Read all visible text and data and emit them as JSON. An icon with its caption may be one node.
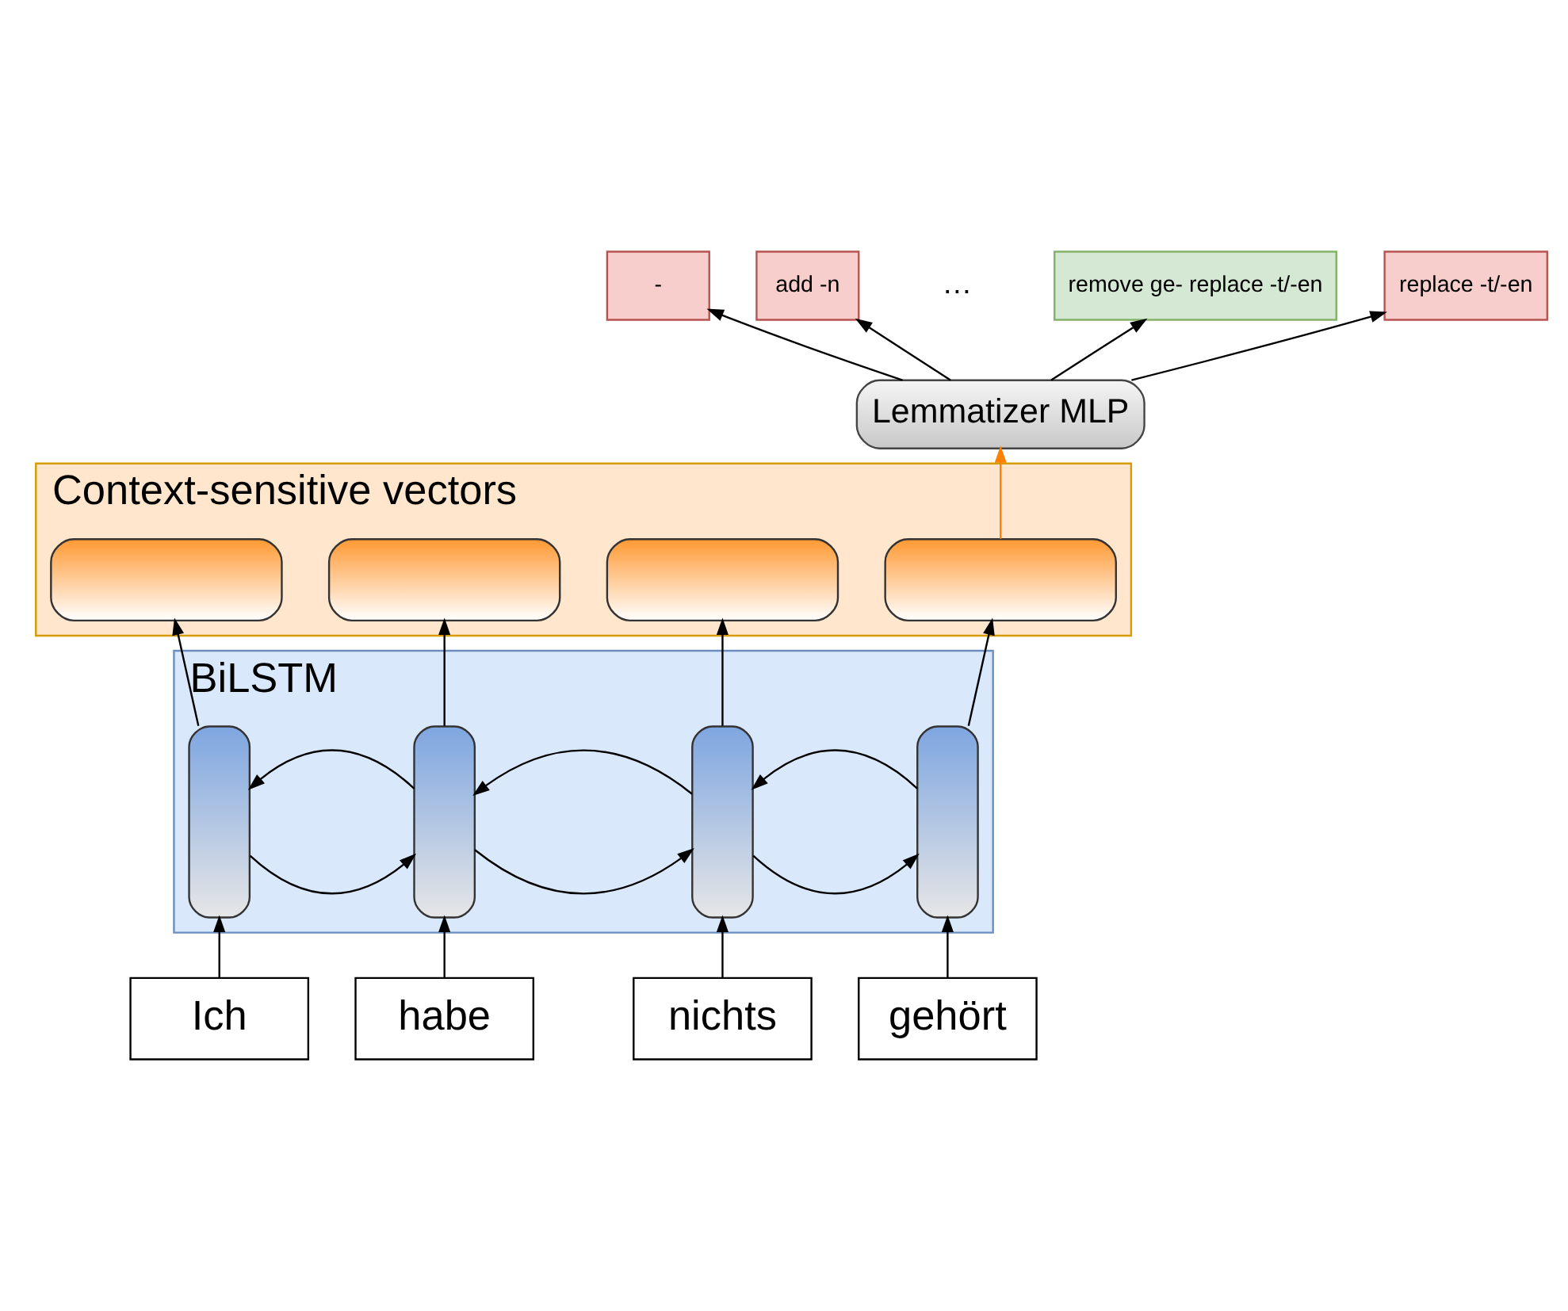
{
  "diagram": {
    "nodes": [
      {
        "text": [
          "-"
        ]
      },
      {
        "text": [
          "add -n"
        ]
      },
      {
        "text": [
          "remove ge- replace -t/-en"
        ]
      },
      {
        "text": [
          "replace -t/-en"
        ]
      },
      {
        "text": [
          "Lemmatizer MLP"
        ]
      },
      {
        "text": [
          "Context-sensitive vectors"
        ]
      },
      {
        "text": [],
        "shape": "box",
        "in": 5
      },
      {
        "text": [],
        "shape": "box",
        "in": 5
      },
      {
        "text": [],
        "shape": "box",
        "in": 5
      },
      {
        "text": [],
        "shape": "box",
        "in": 5
      },
      {
        "text": [
          "BiLSTM"
        ]
      },
      {
        "text": [],
        "shape": "box",
        "in": 10
      },
      {
        "text": [],
        "shape": "box",
        "in": 10
      },
      {
        "text": [],
        "shape": "box",
        "in": 10
      },
      {
        "text": [],
        "shape": "box",
        "in": 10
      },
      {
        "text": [
          "Ich"
        ]
      },
      {
        "text": [
          "habe"
        ]
      },
      {
        "text": [
          "nichts"
        ]
      },
      {
        "text": [
          "gehört"
        ]
      }
    ],
    "edges": [
      {
        "from": 4,
        "to": 0,
        "arrow": "to"
      },
      {
        "from": 4,
        "to": 1,
        "arrow": "to"
      },
      {
        "from": 4,
        "to": 2,
        "arrow": "to"
      },
      {
        "from": 4,
        "to": 3,
        "arrow": "to"
      },
      {
        "from": 9,
        "to": 4,
        "arrow": "to",
        "color": "#ff8000"
      },
      {
        "from": 11,
        "to": 6,
        "arrow": "to"
      },
      {
        "from": 12,
        "to": 7,
        "arrow": "to"
      },
      {
        "from": 13,
        "to": 8,
        "arrow": "to"
      },
      {
        "from": 14,
        "to": 9,
        "arrow": "to"
      },
      {
        "from": 12,
        "to": 11,
        "arrow": "to"
      },
      {
        "from": 13,
        "to": 12,
        "arrow": "to"
      },
      {
        "from": 14,
        "to": 13,
        "arrow": "to"
      },
      {
        "from": 11,
        "to": 12,
        "arrow": "to"
      },
      {
        "from": 12,
        "to": 13,
        "arrow": "to"
      },
      {
        "from": 13,
        "to": 14,
        "arrow": "to"
      },
      {
        "from": 15,
        "to": 11,
        "arrow": "to"
      },
      {
        "from": 16,
        "to": 12,
        "arrow": "to"
      },
      {
        "from": 17,
        "to": 13,
        "arrow": "to"
      },
      {
        "from": 18,
        "to": 14,
        "arrow": "to"
      }
    ],
    "labels": [
      "…"
    ]
  }
}
